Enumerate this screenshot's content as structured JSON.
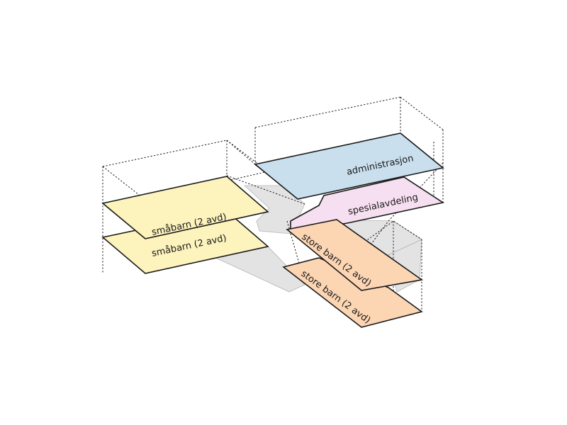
{
  "labels": {
    "smabarn_upper": "småbarn (2 avd)",
    "smabarn_lower": "småbarn (2 avd)",
    "administrasjon": "administrasjon",
    "spesialavdeling": "spesialavdeling",
    "store_barn_upper": "store barn (2 avd)",
    "store_barn_lower": "store barn (2 avd)"
  },
  "colors": {
    "smabarn": "#fdf3bd",
    "administrasjon": "#c9dfee",
    "spesialavdeling": "#f6dff0",
    "store_barn": "#fcd5b3",
    "shadow": "#d9d9d9"
  }
}
